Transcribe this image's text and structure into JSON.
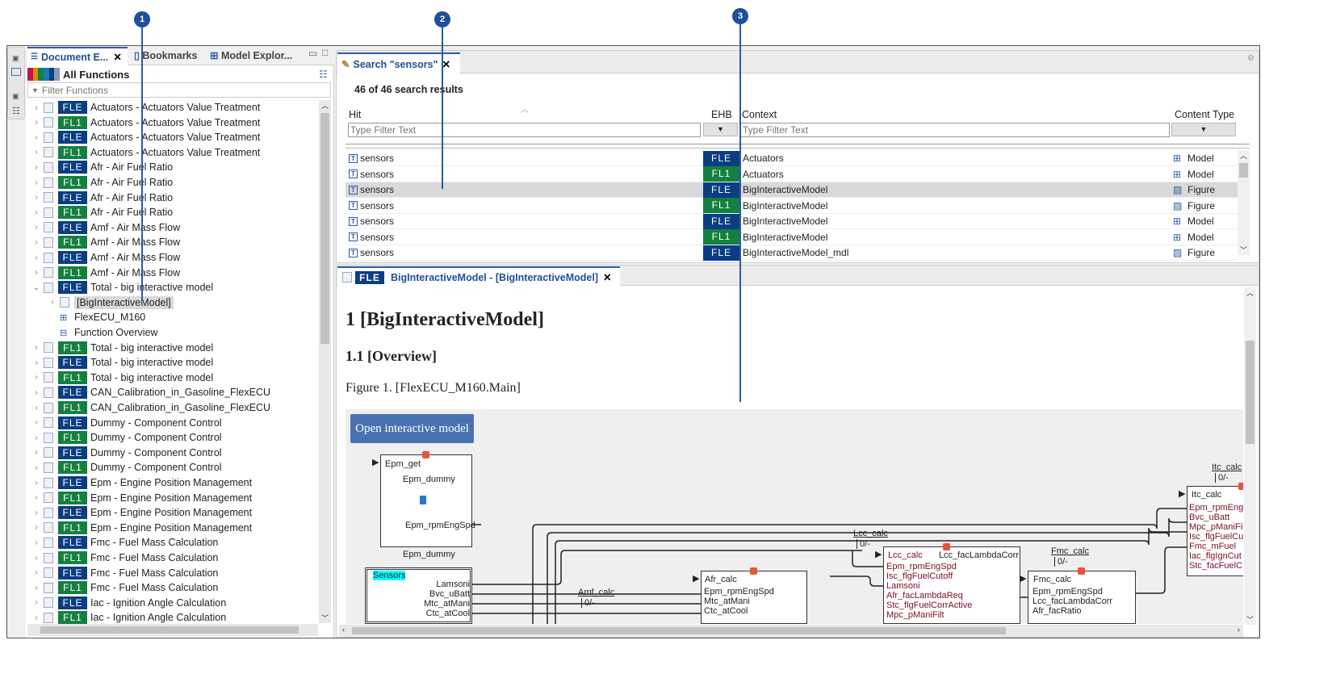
{
  "callouts": [
    "1",
    "2",
    "3"
  ],
  "left_panel": {
    "tabs": [
      {
        "label": "Document E...",
        "active": true
      },
      {
        "label": "Bookmarks"
      },
      {
        "label": "Model Explor..."
      }
    ],
    "header": "All Functions",
    "filter_placeholder": "Filter Functions",
    "tree": [
      {
        "badge": "FLE",
        "label": "Actuators - Actuators Value Treatment"
      },
      {
        "badge": "FL1",
        "label": "Actuators - Actuators Value Treatment"
      },
      {
        "badge": "FLE",
        "label": "Actuators - Actuators Value Treatment"
      },
      {
        "badge": "FL1",
        "label": "Actuators - Actuators Value Treatment"
      },
      {
        "badge": "FLE",
        "label": "Afr - Air Fuel Ratio"
      },
      {
        "badge": "FL1",
        "label": "Afr - Air Fuel Ratio"
      },
      {
        "badge": "FLE",
        "label": "Afr - Air Fuel Ratio"
      },
      {
        "badge": "FL1",
        "label": "Afr - Air Fuel Ratio"
      },
      {
        "badge": "FLE",
        "label": "Amf - Air Mass Flow"
      },
      {
        "badge": "FL1",
        "label": "Amf - Air Mass Flow"
      },
      {
        "badge": "FLE",
        "label": "Amf - Air Mass Flow"
      },
      {
        "badge": "FL1",
        "label": "Amf - Air Mass Flow"
      },
      {
        "badge": "FLE",
        "label": "Total - big interactive model",
        "expanded": true
      },
      {
        "child": true,
        "icon": "document",
        "label": "[BigInteractiveModel]",
        "selected": true,
        "expandable": true
      },
      {
        "child": true,
        "icon": "model",
        "label": "FlexECU_M160"
      },
      {
        "child": true,
        "icon": "function",
        "label": "Function Overview"
      },
      {
        "badge": "FL1",
        "label": "Total - big interactive model"
      },
      {
        "badge": "FLE",
        "label": "Total - big interactive model"
      },
      {
        "badge": "FL1",
        "label": "Total - big interactive model"
      },
      {
        "badge": "FLE",
        "label": "CAN_Calibration_in_Gasoline_FlexECU"
      },
      {
        "badge": "FL1",
        "label": "CAN_Calibration_in_Gasoline_FlexECU"
      },
      {
        "badge": "FLE",
        "label": "Dummy - Component Control"
      },
      {
        "badge": "FL1",
        "label": "Dummy - Component Control"
      },
      {
        "badge": "FLE",
        "label": "Dummy - Component Control"
      },
      {
        "badge": "FL1",
        "label": "Dummy - Component Control"
      },
      {
        "badge": "FLE",
        "label": "Epm - Engine Position Management"
      },
      {
        "badge": "FL1",
        "label": "Epm - Engine Position Management"
      },
      {
        "badge": "FLE",
        "label": "Epm - Engine Position Management"
      },
      {
        "badge": "FL1",
        "label": "Epm - Engine Position Management"
      },
      {
        "badge": "FLE",
        "label": "Fmc - Fuel Mass Calculation"
      },
      {
        "badge": "FL1",
        "label": "Fmc - Fuel Mass Calculation"
      },
      {
        "badge": "FLE",
        "label": "Fmc - Fuel Mass Calculation"
      },
      {
        "badge": "FL1",
        "label": "Fmc - Fuel Mass Calculation"
      },
      {
        "badge": "FLE",
        "label": "Iac - Ignition Angle Calculation"
      },
      {
        "badge": "FL1",
        "label": "Iac - Ignition Angle Calculation"
      }
    ]
  },
  "search": {
    "tab_label": "Search \"sensors\"",
    "summary": "46 of 46 search results",
    "columns": {
      "hit": "Hit",
      "ehb": "EHB",
      "context": "Context",
      "content_type": "Content Type"
    },
    "filter_placeholder": "Type Filter Text",
    "rows": [
      {
        "hit": "sensors",
        "ehb": "FLE",
        "context": "Actuators",
        "type": "Model",
        "type_icon": "model"
      },
      {
        "hit": "sensors",
        "ehb": "FL1",
        "context": "Actuators",
        "type": "Model",
        "type_icon": "model"
      },
      {
        "hit": "sensors",
        "ehb": "FLE",
        "context": "BigInteractiveModel",
        "type": "Figure",
        "type_icon": "figure",
        "selected": true
      },
      {
        "hit": "sensors",
        "ehb": "FL1",
        "context": "BigInteractiveModel",
        "type": "Figure",
        "type_icon": "figure"
      },
      {
        "hit": "sensors",
        "ehb": "FLE",
        "context": "BigInteractiveModel",
        "type": "Model",
        "type_icon": "model"
      },
      {
        "hit": "sensors",
        "ehb": "FL1",
        "context": "BigInteractiveModel",
        "type": "Model",
        "type_icon": "model"
      },
      {
        "hit": "sensors",
        "ehb": "FLE",
        "context": "BigInteractiveModel_mdl",
        "type": "Figure",
        "type_icon": "figure"
      }
    ]
  },
  "editor": {
    "tab_badge": "FLE",
    "tab_label": "BigInteractiveModel - [BigInteractiveModel]",
    "h1": "1 [BigInteractiveModel]",
    "h2": "1.1 [Overview]",
    "figure_caption": "Figure 1. [FlexECU_M160.Main]",
    "open_button": "Open interactive model",
    "diagram": {
      "epm": {
        "title": "Epm_get",
        "inner": "Epm_dummy",
        "port": "Epm_rpmEngSpd",
        "caption": "Epm_dummy"
      },
      "sensors": {
        "title": "Sensors",
        "ports": [
          "Lamsoni",
          "Bvc_uBatt",
          "Mtc_atMani",
          "Ctc_atCool"
        ]
      },
      "amf": {
        "label": "Amf_calc",
        "value": "0/-"
      },
      "afr": {
        "title": "Afr_calc",
        "ports": [
          "Epm_rpmEngSpd",
          "Mtc_atMani",
          "Ctc_atCool"
        ]
      },
      "lcc": {
        "label": "Lcc_calc",
        "value": "0/-",
        "title": "Lcc_calc",
        "ports": [
          "Epm_rpmEngSpd",
          "Isc_flgFuelCutoff",
          "Lamsoni",
          "Afr_facLambdaReq",
          "Stc_flgFuelCorrActive",
          "Mpc_pManiFilt"
        ],
        "out": "Lcc_facLambdaCorr"
      },
      "fmc": {
        "label": "Fmc_calc",
        "value": "0/-",
        "title": "Fmc_calc",
        "ports": [
          "Epm_rpmEngSpd",
          "Lcc_facLambdaCorr",
          "Afr_facRatio"
        ]
      },
      "itc": {
        "label": "Itc_calc",
        "value": "0/-",
        "title": "Itc_calc",
        "ports": [
          "Epm_rpmEng",
          "Bvc_uBatt",
          "Mpc_pManiFil",
          "Isc_flgFuelCu",
          "Fmc_mFuel",
          "Iac_flgIgnCut",
          "Stc_facFuelC"
        ]
      }
    }
  },
  "colors": {
    "FLE": "#0a3d82",
    "FL1": "#138040",
    "accent": "#2a5ba8",
    "button": "#4a72b0",
    "highlight": "#00ffff"
  }
}
